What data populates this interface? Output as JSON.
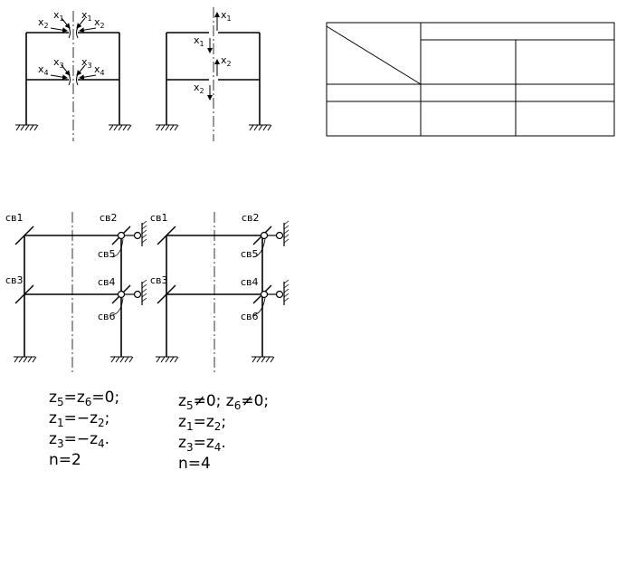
{
  "frames_top": {
    "left": {
      "forces": [
        {
          "base": "x",
          "sub": "2"
        },
        {
          "base": "x",
          "sub": "1"
        },
        {
          "base": "x",
          "sub": "1"
        },
        {
          "base": "x",
          "sub": "2"
        },
        {
          "base": "x",
          "sub": "4"
        },
        {
          "base": "x",
          "sub": "3"
        },
        {
          "base": "x",
          "sub": "3"
        },
        {
          "base": "x",
          "sub": "4"
        }
      ]
    },
    "right": {
      "forces": [
        {
          "base": "x",
          "sub": "1"
        },
        {
          "base": "x",
          "sub": "1"
        },
        {
          "base": "x",
          "sub": "2"
        },
        {
          "base": "x",
          "sub": "2"
        }
      ]
    }
  },
  "frames_bottom": {
    "left": {
      "labels": [
        "св1",
        "св2",
        "св5",
        "св3",
        "св4",
        "св6"
      ],
      "equations": [
        {
          "parts": [
            {
              "t": "z"
            },
            {
              "s": "5"
            },
            {
              "t": "=z"
            },
            {
              "s": "6"
            },
            {
              "t": "=0;"
            }
          ]
        },
        {
          "parts": [
            {
              "t": "z"
            },
            {
              "s": "1"
            },
            {
              "t": "=−z"
            },
            {
              "s": "2"
            },
            {
              "t": ";"
            }
          ]
        },
        {
          "parts": [
            {
              "t": "z"
            },
            {
              "s": "3"
            },
            {
              "t": "=−z"
            },
            {
              "s": "4"
            },
            {
              "t": "."
            }
          ]
        },
        {
          "parts": [
            {
              "t": "n=2"
            }
          ]
        }
      ]
    },
    "right": {
      "labels": [
        "св1",
        "св2",
        "св5",
        "св3",
        "св4",
        "св6"
      ],
      "equations": [
        {
          "parts": [
            {
              "t": "z"
            },
            {
              "s": "5"
            },
            {
              "t": "≠0;  z"
            },
            {
              "s": "6"
            },
            {
              "t": "≠0;"
            }
          ]
        },
        {
          "parts": [
            {
              "t": "z"
            },
            {
              "s": "1"
            },
            {
              "t": "=z"
            },
            {
              "s": "2"
            },
            {
              "t": ";"
            }
          ]
        },
        {
          "parts": [
            {
              "t": "z"
            },
            {
              "s": "3"
            },
            {
              "t": "=z"
            },
            {
              "s": "4"
            },
            {
              "t": "."
            }
          ]
        },
        {
          "parts": [
            {
              "t": "n=4"
            }
          ]
        }
      ]
    }
  },
  "table": {
    "header_top": "",
    "cells": [
      "",
      "",
      "",
      "",
      "",
      "",
      ""
    ]
  }
}
